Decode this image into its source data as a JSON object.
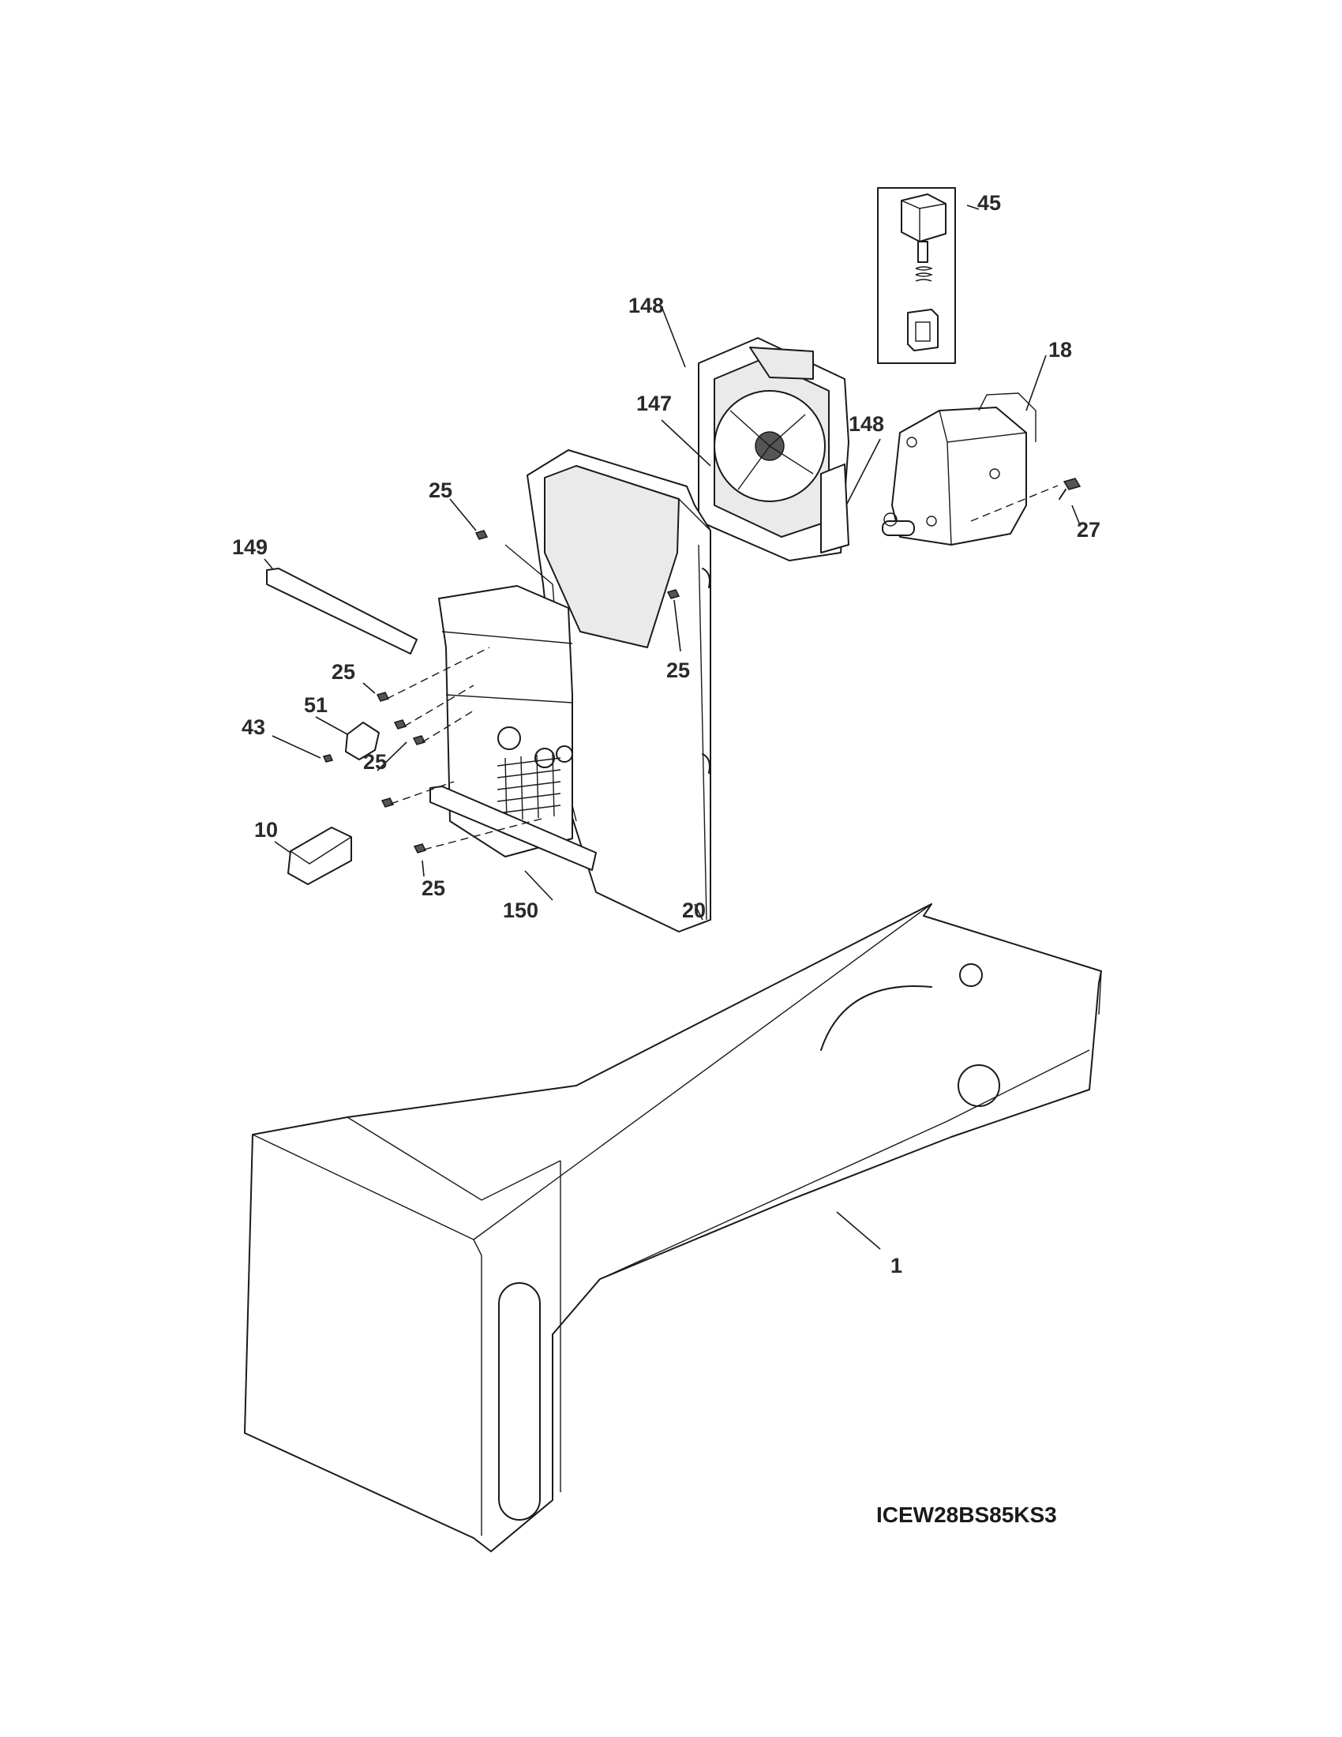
{
  "diagram": {
    "callouts": [
      {
        "id": "c45",
        "label": "45"
      },
      {
        "id": "c148a",
        "label": "148"
      },
      {
        "id": "c18",
        "label": "18"
      },
      {
        "id": "c147",
        "label": "147"
      },
      {
        "id": "c148b",
        "label": "148"
      },
      {
        "id": "c25a",
        "label": "25"
      },
      {
        "id": "c149",
        "label": "149"
      },
      {
        "id": "c27",
        "label": "27"
      },
      {
        "id": "c25b",
        "label": "25"
      },
      {
        "id": "c25c",
        "label": "25"
      },
      {
        "id": "c51",
        "label": "51"
      },
      {
        "id": "c43",
        "label": "43"
      },
      {
        "id": "c25d",
        "label": "25"
      },
      {
        "id": "c10",
        "label": "10"
      },
      {
        "id": "c25e",
        "label": "25"
      },
      {
        "id": "c150",
        "label": "150"
      },
      {
        "id": "c20",
        "label": "20"
      },
      {
        "id": "c1",
        "label": "1"
      }
    ],
    "model_code": "ICEW28BS85KS3"
  }
}
